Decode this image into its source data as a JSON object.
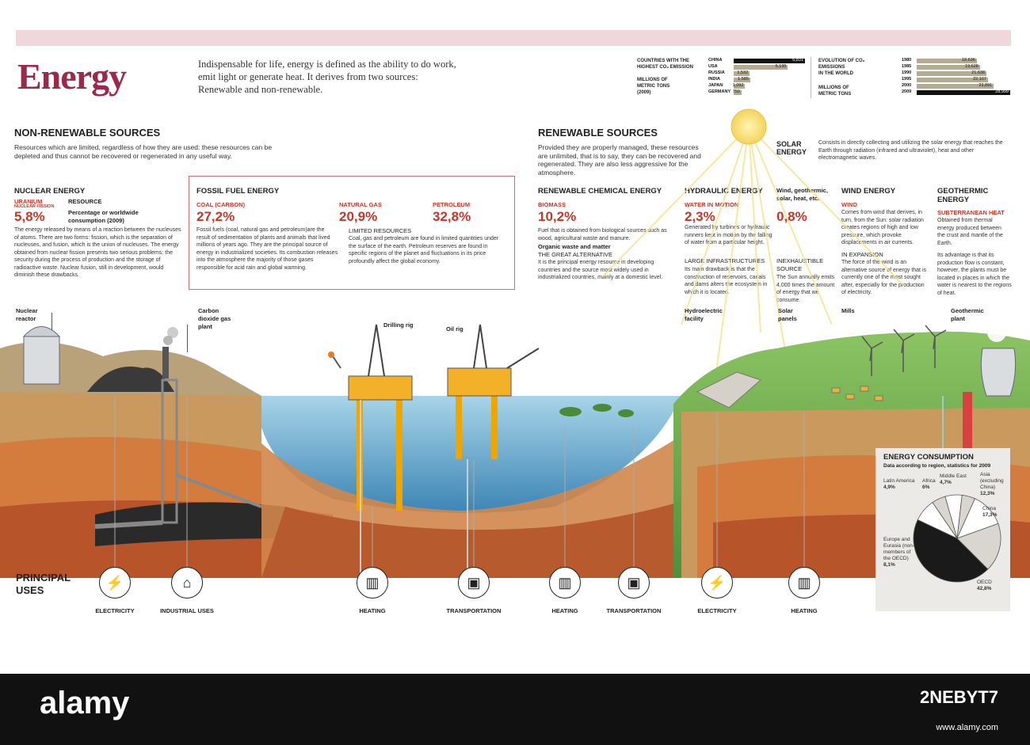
{
  "header": {
    "title": "Energy",
    "intro": "Indispensable for life, energy is defined as the ability to do work, emit light or generate heat. It derives from two sources: Renewable and non-renewable."
  },
  "co2_countries": {
    "label_l1": "COUNTRIES WITH THE",
    "label_l2": "HIGHEST CO₂ EMISSION",
    "unit_l1": "MILLIONS OF",
    "unit_l2": "METRIC TONS",
    "unit_l3": "(2009)",
    "rows": [
      {
        "name": "CHINA",
        "value": "6,831",
        "v": 6831
      },
      {
        "name": "USA",
        "value": "5,195",
        "v": 5195
      },
      {
        "name": "RUSSIA",
        "value": "1,532",
        "v": 1532
      },
      {
        "name": "INDIA",
        "value": "1,585",
        "v": 1585
      },
      {
        "name": "JAPAN",
        "value": "1,092",
        "v": 1092
      },
      {
        "name": "GERMANY",
        "value": "750",
        "v": 750
      }
    ]
  },
  "co2_evolution": {
    "label_l1": "EVOLUTION OF CO₂",
    "label_l2": "EMISSIONS",
    "label_l3": "IN THE WORLD",
    "unit_l1": "MILLIONS OF",
    "unit_l2": "METRIC TONS",
    "rows": [
      {
        "year": "1980",
        "value": "18,636",
        "v": 18636
      },
      {
        "year": "1985",
        "value": "19,628",
        "v": 19628
      },
      {
        "year": "1990",
        "value": "21,638",
        "v": 21638
      },
      {
        "year": "1995",
        "value": "22,107",
        "v": 22107
      },
      {
        "year": "2000",
        "value": "23,891",
        "v": 23891
      },
      {
        "year": "2009",
        "value": "28,999",
        "v": 28999
      }
    ]
  },
  "nonrenewable": {
    "heading": "NON-RENEWABLE SOURCES",
    "desc": "Resources which are limited, regardless of how they are used: these resources can be depleted and thus cannot be recovered or regenerated in any useful way.",
    "nuclear": {
      "title": "NUCLEAR ENERGY",
      "sub1": "URANIUM",
      "sub2": "NUCLEAR FISSION",
      "pct": "5,8%",
      "res_label": "RESOURCE",
      "res_desc": "Percentage or worldwide consumption (2009)",
      "text": "The energy released by means of a reaction between the nucleuses of atoms. There are two forms: fission, which is the separation of nucleuses, and fusion, which is the union of nucleuses. The energy obtained from nuclear fission presents two serious problems: the security during the process of production and the storage of radioactive waste. Nuclear fusion, still in development, would diminish these drawbacks."
    },
    "fossil": {
      "title": "FOSSIL FUEL ENERGY",
      "coal_label": "COAL (CARBON)",
      "coal_pct": "27,2%",
      "coal_text": "Fossil fuels (coal, natural gas and petroleum)are the result of sedimentation of plants and animals that lived millions of years ago. They are the principal source of energy in industrialized societies. Its combustion releases into the atmosphere the majority of those gases responsible for acid rain and global warming.",
      "gas_label": "NATURAL GAS",
      "gas_pct": "20,9%",
      "pet_label": "PETROLEUM",
      "pet_pct": "32,8%",
      "limited_title": "LIMITED RESOURCES",
      "limited_text": "Coal, gas and petroleum are found in limited quantities under the surface of the earth. Petroleum reserves are found in specific regions of the planet and fluctuations in its price profoundly affect the global economy."
    }
  },
  "renewable": {
    "heading": "RENEWABLE SOURCES",
    "desc": "Provided they are properly managed, these resources are unlimited, that is to say, they can be recovered and regenerated. They are also less aggressive for the atmosphere.",
    "solar_title": "SOLAR ENERGY",
    "solar_text": "Consists in directly collecting and utilizing the solar energy that reaches the Earth through radiation (infrared and ultraviolet), heat and other electromagnetic waves.",
    "chemical": {
      "title": "RENEWABLE CHEMICAL ENERGY",
      "sub": "BIOMASS",
      "pct": "10,2%",
      "text1": "Fuel that is obtained from biological sources such as wood, agricultural waste and manure.",
      "bold": "Organic waste and matter",
      "alt": "THE GREAT ALTERNATIVE",
      "text2": "It is the principal energy resource in developing countries and the source most widely used in industrialized countries, mainly at a domestic level."
    },
    "hydraulic": {
      "title": "HYDRAULIC ENERGY",
      "sub": "WATER IN MOTION",
      "pct": "2,3%",
      "text": "Generated by turbines or hydraulic runners kept in motion by the falling of water from a particular height.",
      "infra_title": "LARGE INFRASTRUCTURES",
      "infra_text": "Its main drawback is that the construction of reservoirs, canals and dams alters the ecosystem in which it is located."
    },
    "wgs": {
      "title": "Wind, geothermic, solar, heat, etc.",
      "pct": "0,8%",
      "inex_title": "INEXHAUSTIBLE SOURCE",
      "inex_text": "The Sun annually emits 4,000 times the amount of energy that we consume."
    },
    "wind": {
      "title": "WIND ENERGY",
      "sub": "WIND",
      "text": "Comes from wind that derives, in turn, from the Sun: solar radiation creates regions of high and low pressure, which provoke displacements in air currents.",
      "exp_title": "IN EXPANSION",
      "exp_text": "The force of the wind is an alternative source of energy that is currently one of the most sought after, especially for the production of electricity."
    },
    "geo": {
      "title": "GEOTHERMIC ENERGY",
      "sub": "SUBTERRANEAN HEAT",
      "text1": "Obtained from thermal energy produced between the crust and mantle of the Earth.",
      "text2": "Its advantage is that its production flow is constant, however, the plants must be located in places in which the water is nearest to the regions of heat."
    }
  },
  "labels": {
    "nuclear_reactor": "Nuclear reactor",
    "co2_plant": "Carbon dioxide gas plant",
    "drilling_rig": "Drilling rig",
    "oil_rig": "Oil rig",
    "hydro": "Hydroelectric facility",
    "solar_panels": "Solar panels",
    "mills": "Mills",
    "geo_plant": "Geothermic plant"
  },
  "uses": {
    "title": "PRINCIPAL USES",
    "items": [
      {
        "label": "ELECTRICITY",
        "icon": "lightning-icon"
      },
      {
        "label": "INDUSTRIAL USES",
        "icon": "factory-icon"
      },
      {
        "label": "HEATING",
        "icon": "radiator-icon"
      },
      {
        "label": "TRANSPORTATION",
        "icon": "bus-icon"
      },
      {
        "label": "HEATING",
        "icon": "radiator-icon"
      },
      {
        "label": "TRANSPORTATION",
        "icon": "bus-icon"
      },
      {
        "label": "ELECTRICITY",
        "icon": "lightning-icon"
      },
      {
        "label": "HEATING",
        "icon": "radiator-icon"
      }
    ]
  },
  "consumption": {
    "title": "ENERGY CONSUMPTION",
    "subtitle": "Data according to region, statistics for 2009",
    "slices": [
      {
        "name": "OECD",
        "value": "42,8%",
        "v": 42.8,
        "color": "#1a1a1a"
      },
      {
        "name": "Europe and Eurasia (non-members of the OECD)",
        "value": "8,1%",
        "v": 8.1,
        "color": "#ffffff"
      },
      {
        "name": "Latin America",
        "value": "4,9%",
        "v": 4.9,
        "color": "#d9d6cf"
      },
      {
        "name": "Africa",
        "value": "6%",
        "v": 6,
        "color": "#ffffff"
      },
      {
        "name": "Middle East",
        "value": "4,7%",
        "v": 4.7,
        "color": "#d9d6cf"
      },
      {
        "name": "Asia (excluding China)",
        "value": "12,3%",
        "v": 12.3,
        "color": "#ffffff"
      },
      {
        "name": "China",
        "value": "17,3%",
        "v": 17.3,
        "color": "#d9d6cf"
      }
    ]
  },
  "footer": {
    "brand": "alamy",
    "image_id": "2NEBYT7",
    "site": "www.alamy.com"
  }
}
